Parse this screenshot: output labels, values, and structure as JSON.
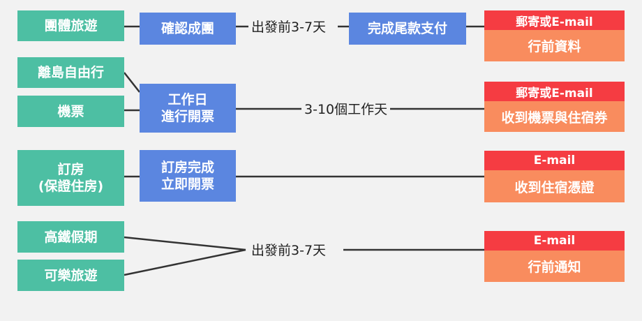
{
  "colors": {
    "background": "#f2f2f2",
    "product_box": "#4dbfa3",
    "step_box": "#5b86e0",
    "method_header": "#f53c42",
    "result_box": "#f98c5e",
    "line": "#333333"
  },
  "rows": [
    {
      "products": [
        "團體旅遊"
      ],
      "step": [
        "確認成團"
      ],
      "timing_left": "出發前3-7天",
      "step2": [
        "完成尾款支付"
      ],
      "method": "郵寄或E-mail",
      "result": "行前資料"
    },
    {
      "products": [
        "離島自由行",
        "機票"
      ],
      "step": [
        "工作日",
        "進行開票"
      ],
      "timing": "3-10個工作天",
      "method": "郵寄或E-mail",
      "result": "收到機票與住宿券"
    },
    {
      "products": [
        "訂房",
        "(保證住房)"
      ],
      "step": [
        "訂房完成",
        "立即開票"
      ],
      "method": "E-mail",
      "result": "收到住宿憑證"
    },
    {
      "products": [
        "高鐵假期",
        "可樂旅遊"
      ],
      "timing": "出發前3-7天",
      "method": "E-mail",
      "result": "行前通知"
    }
  ]
}
